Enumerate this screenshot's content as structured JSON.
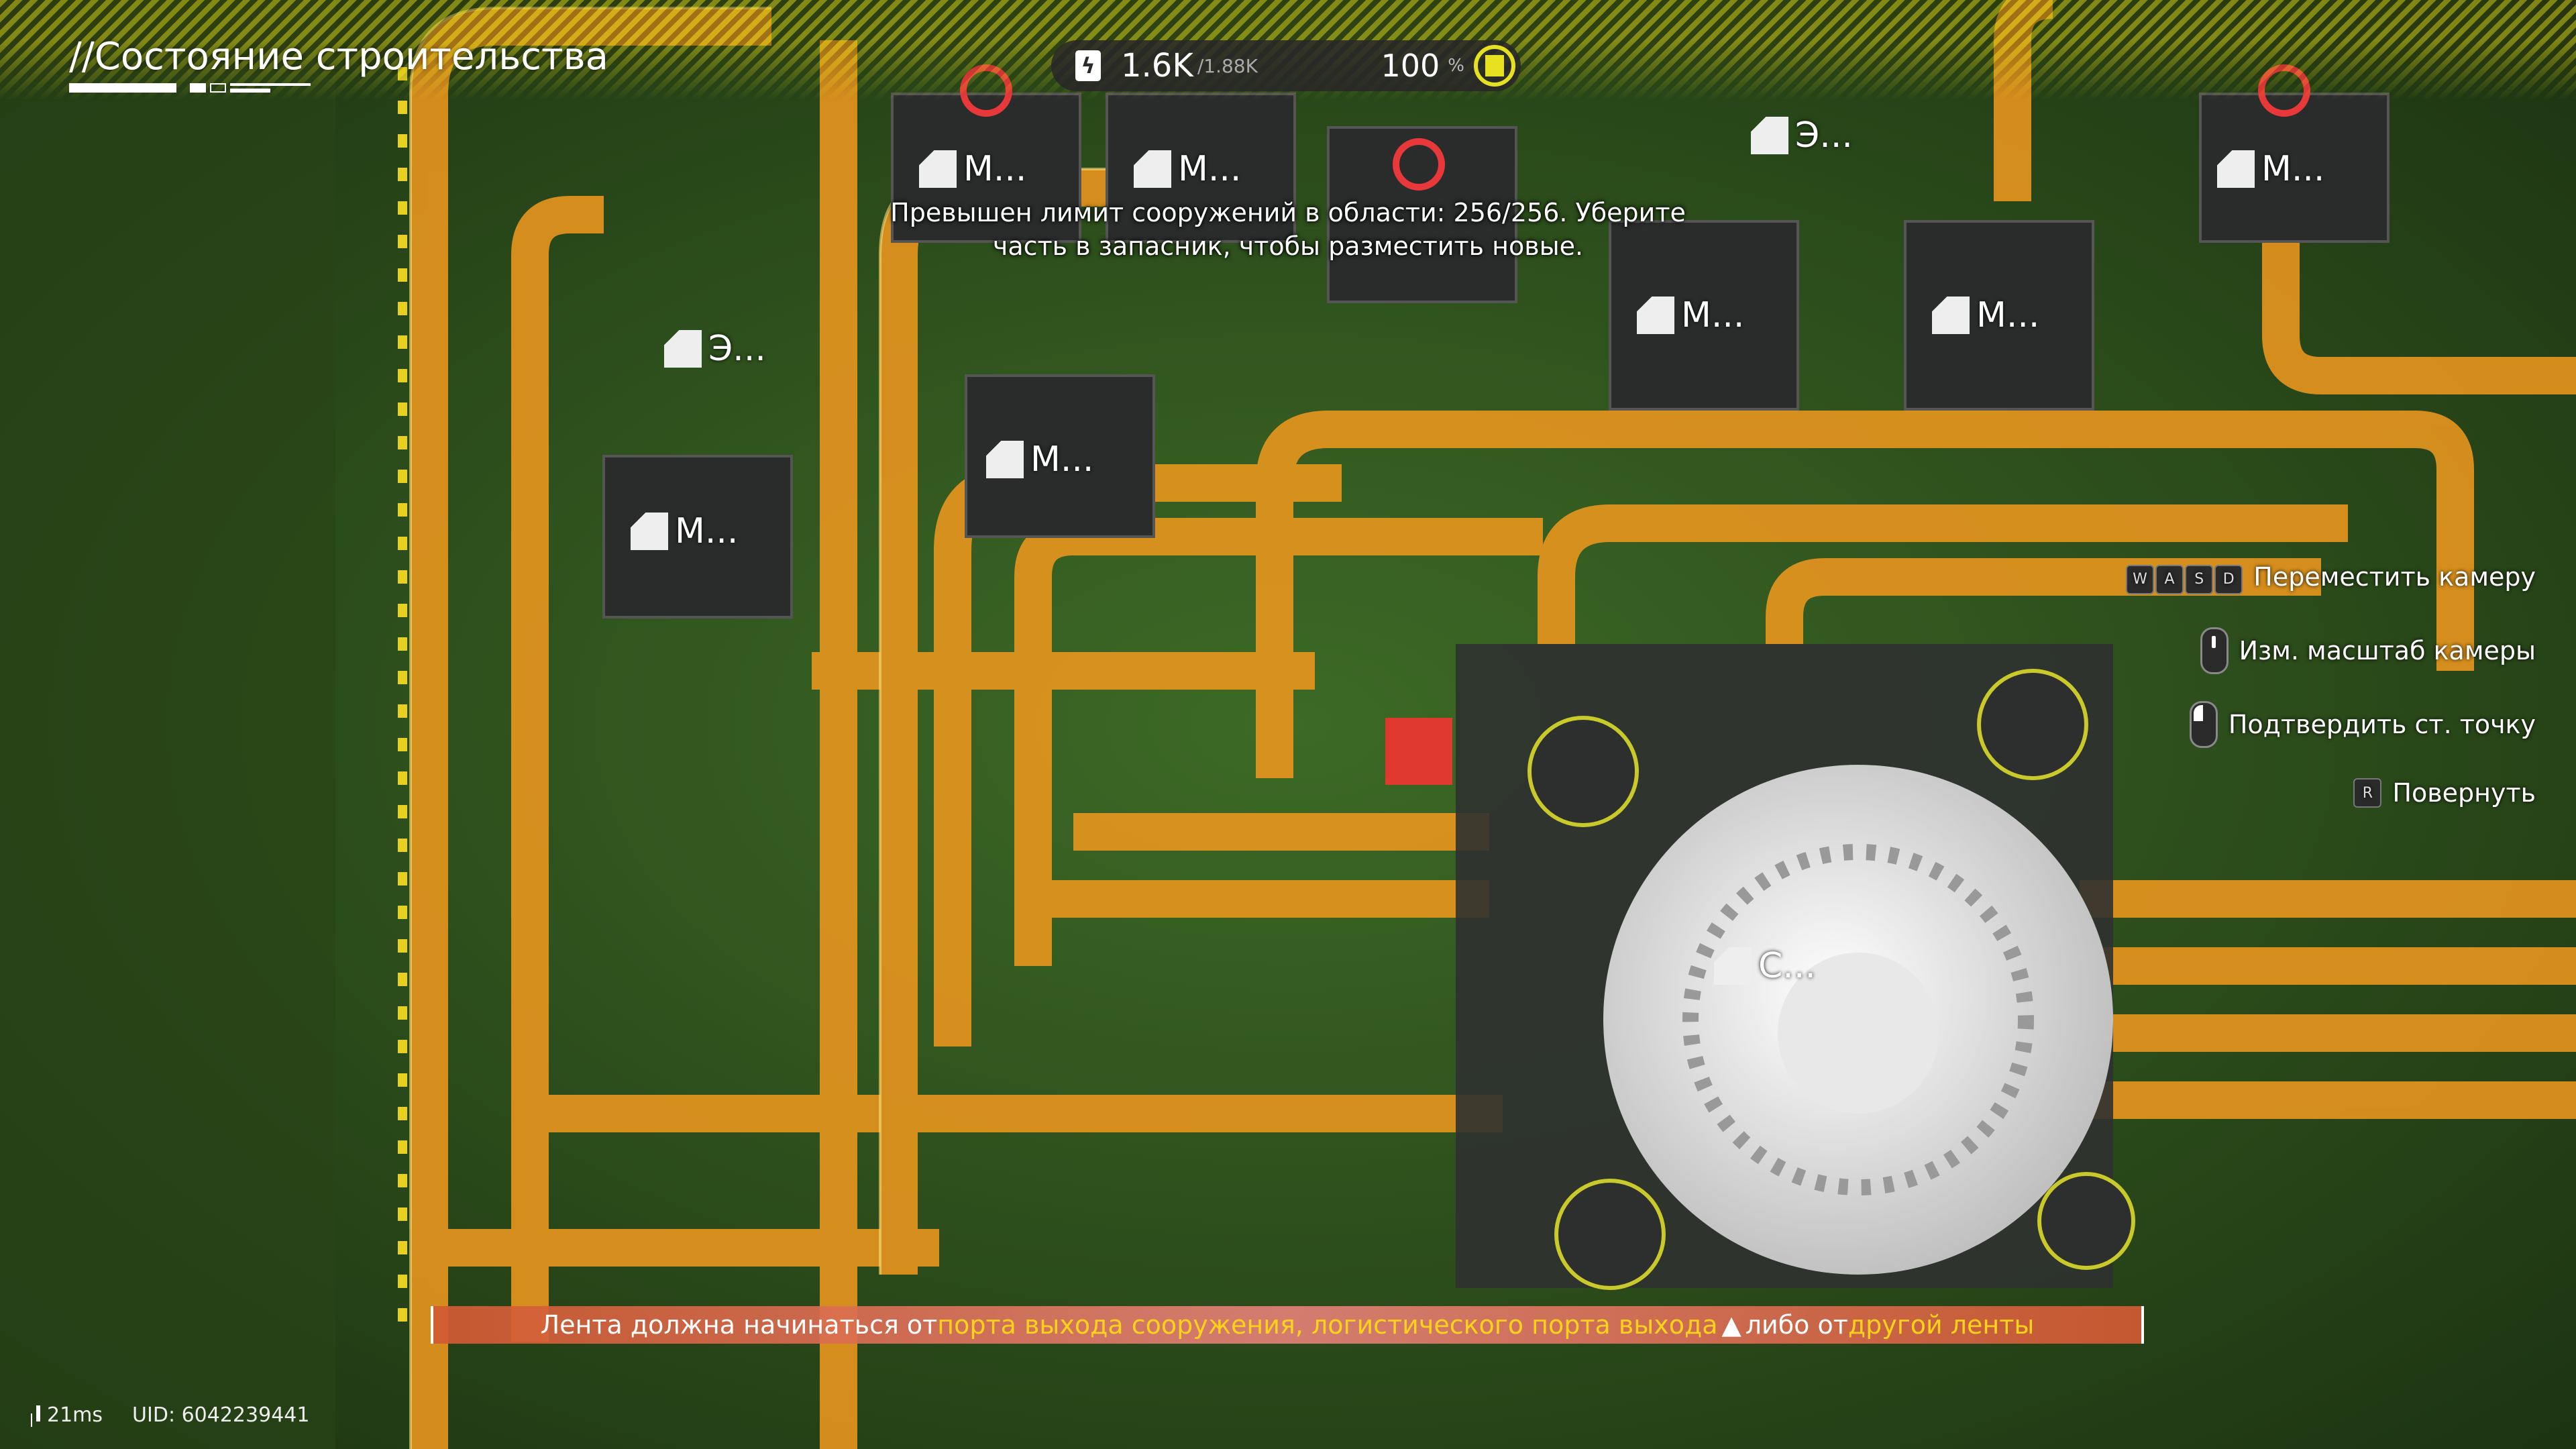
{
  "header": {
    "title": "//Состояние строительства"
  },
  "power_bar": {
    "current": "1.6K",
    "max": "/1.88K",
    "efficiency": "100",
    "efficiency_unit": "%",
    "icon": "lightning-icon",
    "status_icon": "construction-icon",
    "accent": "#e6e020"
  },
  "warning": {
    "line1": "Превышен лимит сооружений в области: 256/256. Уберите",
    "line2": "часть в запасник, чтобы разместить новые."
  },
  "controls": [
    {
      "keys": [
        "W",
        "A",
        "S",
        "D"
      ],
      "label": "Переместить камеру"
    },
    {
      "icon": "mouse-scroll-icon",
      "label": "Изм. масштаб камеры"
    },
    {
      "icon": "mouse-left-click-icon",
      "label": "Подтвердить ст. точку"
    },
    {
      "keys": [
        "R"
      ],
      "label": "Повернуть"
    }
  ],
  "error_banner": {
    "part1": "Лента должна начинаться от ",
    "highlight1": "порта выхода сооружения, логистического порта выхода",
    "part2": " либо от ",
    "highlight2": "другой ленты",
    "color": "#d8603c",
    "highlight_color": "#ffd21a"
  },
  "status": {
    "ping": "21ms",
    "uid": "UID: 6042239441"
  },
  "buildings": [
    {
      "label": "М..."
    },
    {
      "label": "М..."
    },
    {
      "label": "Э..."
    },
    {
      "label": "М..."
    },
    {
      "label": "Э..."
    },
    {
      "label": "М..."
    },
    {
      "label": "М..."
    },
    {
      "label": "М..."
    },
    {
      "label": "М..."
    },
    {
      "label": "С..."
    }
  ]
}
